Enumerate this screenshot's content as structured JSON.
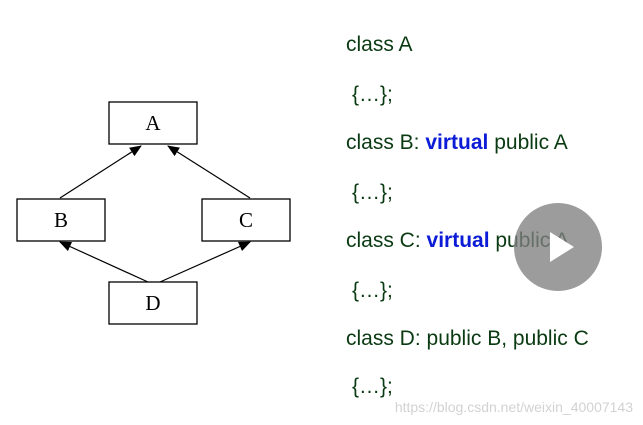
{
  "diagram": {
    "nodes": {
      "a": "A",
      "b": "B",
      "c": "C",
      "d": "D"
    }
  },
  "code": {
    "line_1": "class A",
    "line_2": "{…};",
    "line_3_prefix": "class B: ",
    "line_3_keyword": "virtual",
    "line_3_suffix": " public A",
    "line_4": "{…};",
    "line_5_prefix": "class C: ",
    "line_5_keyword": "virtual",
    "line_5_suffix": " public A",
    "line_6": "{…};",
    "line_7": "class D: public B, public C",
    "line_8": "{…};"
  },
  "colors": {
    "code_text": "#0a3a12",
    "keyword": "#0b1bd6",
    "play_overlay": "#808080"
  },
  "icons": {
    "play": "play-icon"
  },
  "watermark": "https://blog.csdn.net/weixin_40007143"
}
